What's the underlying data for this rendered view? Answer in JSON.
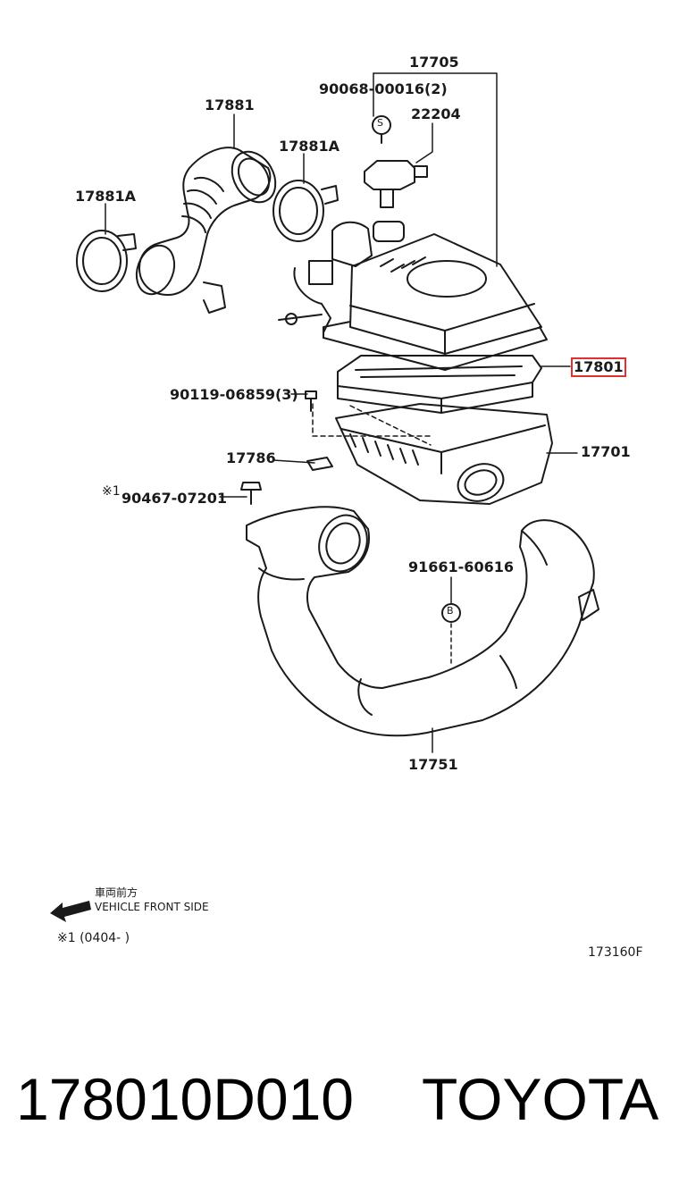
{
  "diagram": {
    "labels": {
      "p17705": "17705",
      "p90068": "90068-00016(2)",
      "p22204": "22204",
      "p17881": "17881",
      "p17881A_top": "17881A",
      "p17881A_left": "17881A",
      "p17801": "17801",
      "p90119": "90119-06859(3)",
      "p17786": "17786",
      "p17701": "17701",
      "p90467_mark": "※1",
      "p90467": "90467-07201",
      "p91661": "91661-60616",
      "p17751": "17751"
    },
    "callouts": {
      "s": "S",
      "b": "B"
    },
    "legend": {
      "jp": "車両前方",
      "en": "VEHICLE FRONT SIDE",
      "note": "※1 (0404-    )",
      "code": "173160F"
    },
    "highlight_color": "#e03030"
  },
  "footer": {
    "part_number": "178010D010",
    "brand": "TOYOTA"
  }
}
